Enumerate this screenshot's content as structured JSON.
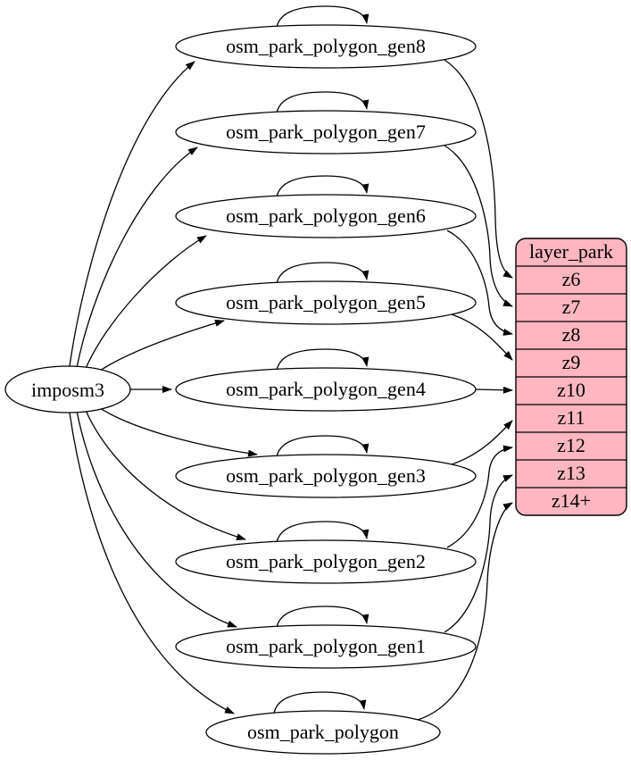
{
  "diagram": {
    "type": "graphviz-dependency-graph",
    "root": {
      "label": "imposm3"
    },
    "sources": [
      {
        "id": "osm_park_polygon_gen8",
        "label": "osm_park_polygon_gen8"
      },
      {
        "id": "osm_park_polygon_gen7",
        "label": "osm_park_polygon_gen7"
      },
      {
        "id": "osm_park_polygon_gen6",
        "label": "osm_park_polygon_gen6"
      },
      {
        "id": "osm_park_polygon_gen5",
        "label": "osm_park_polygon_gen5"
      },
      {
        "id": "osm_park_polygon_gen4",
        "label": "osm_park_polygon_gen4"
      },
      {
        "id": "osm_park_polygon_gen3",
        "label": "osm_park_polygon_gen3"
      },
      {
        "id": "osm_park_polygon_gen2",
        "label": "osm_park_polygon_gen2"
      },
      {
        "id": "osm_park_polygon_gen1",
        "label": "osm_park_polygon_gen1"
      },
      {
        "id": "osm_park_polygon",
        "label": "osm_park_polygon"
      }
    ],
    "layer": {
      "title": "layer_park",
      "rows": [
        "z6",
        "z7",
        "z8",
        "z9",
        "z10",
        "z11",
        "z12",
        "z13",
        "z14+"
      ]
    },
    "edges": [
      {
        "from": "imposm3",
        "to": "osm_park_polygon_gen8"
      },
      {
        "from": "imposm3",
        "to": "osm_park_polygon_gen7"
      },
      {
        "from": "imposm3",
        "to": "osm_park_polygon_gen6"
      },
      {
        "from": "imposm3",
        "to": "osm_park_polygon_gen5"
      },
      {
        "from": "imposm3",
        "to": "osm_park_polygon_gen4"
      },
      {
        "from": "imposm3",
        "to": "osm_park_polygon_gen3"
      },
      {
        "from": "imposm3",
        "to": "osm_park_polygon_gen2"
      },
      {
        "from": "imposm3",
        "to": "osm_park_polygon_gen1"
      },
      {
        "from": "imposm3",
        "to": "osm_park_polygon"
      },
      {
        "from": "osm_park_polygon_gen8",
        "to": "osm_park_polygon_gen8",
        "type": "self-loop"
      },
      {
        "from": "osm_park_polygon_gen7",
        "to": "osm_park_polygon_gen7",
        "type": "self-loop"
      },
      {
        "from": "osm_park_polygon_gen6",
        "to": "osm_park_polygon_gen6",
        "type": "self-loop"
      },
      {
        "from": "osm_park_polygon_gen5",
        "to": "osm_park_polygon_gen5",
        "type": "self-loop"
      },
      {
        "from": "osm_park_polygon_gen4",
        "to": "osm_park_polygon_gen4",
        "type": "self-loop"
      },
      {
        "from": "osm_park_polygon_gen3",
        "to": "osm_park_polygon_gen3",
        "type": "self-loop"
      },
      {
        "from": "osm_park_polygon_gen2",
        "to": "osm_park_polygon_gen2",
        "type": "self-loop"
      },
      {
        "from": "osm_park_polygon_gen1",
        "to": "osm_park_polygon_gen1",
        "type": "self-loop"
      },
      {
        "from": "osm_park_polygon",
        "to": "osm_park_polygon",
        "type": "self-loop"
      },
      {
        "from": "osm_park_polygon_gen8",
        "to": "layer_park.z6"
      },
      {
        "from": "osm_park_polygon_gen7",
        "to": "layer_park.z7"
      },
      {
        "from": "osm_park_polygon_gen6",
        "to": "layer_park.z8"
      },
      {
        "from": "osm_park_polygon_gen5",
        "to": "layer_park.z9"
      },
      {
        "from": "osm_park_polygon_gen4",
        "to": "layer_park.z10"
      },
      {
        "from": "osm_park_polygon_gen3",
        "to": "layer_park.z11"
      },
      {
        "from": "osm_park_polygon_gen2",
        "to": "layer_park.z12"
      },
      {
        "from": "osm_park_polygon_gen1",
        "to": "layer_park.z13"
      },
      {
        "from": "osm_park_polygon",
        "to": "layer_park.z14+"
      }
    ],
    "colors": {
      "layer_fill": "#FFB6C1",
      "node_fill": "#ffffff",
      "stroke": "#000000",
      "text": "#000000"
    }
  }
}
